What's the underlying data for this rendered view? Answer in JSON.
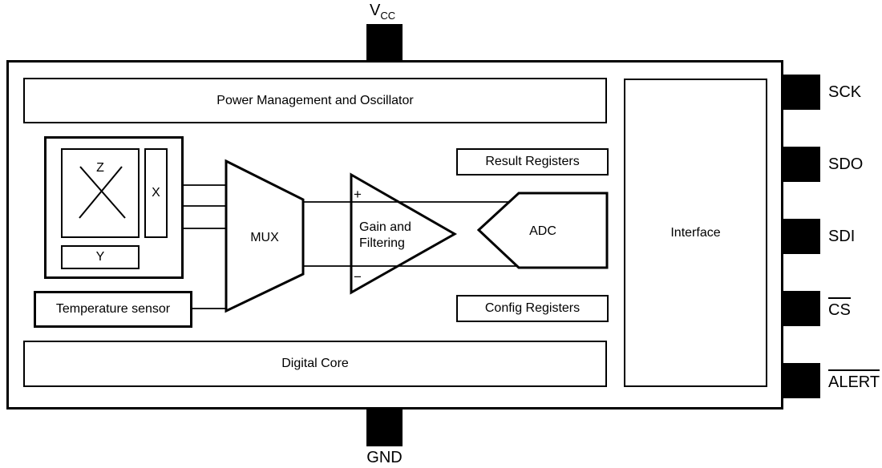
{
  "colors": {
    "ink": "#000000",
    "background": "#ffffff"
  },
  "blocks": {
    "power": "Power Management and Oscillator",
    "digital": "Digital Core",
    "interface": "Interface",
    "temperature": "Temperature sensor",
    "mux": "MUX",
    "adc": "ADC",
    "result_registers": "Result Registers",
    "config_registers": "Config Registers",
    "sensor_z": "Z",
    "sensor_x": "X",
    "sensor_y": "Y",
    "amp_line1": "Gain and",
    "amp_line2": "Filtering",
    "amp_plus": "+",
    "amp_minus": "−"
  },
  "pins": {
    "top_main": "V",
    "top_sub": "CC",
    "bottom": "GND",
    "right": [
      {
        "label": "SCK"
      },
      {
        "label": "SDO"
      },
      {
        "label": "SDI"
      },
      {
        "label": "CS"
      },
      {
        "label": "ALERT"
      }
    ]
  }
}
